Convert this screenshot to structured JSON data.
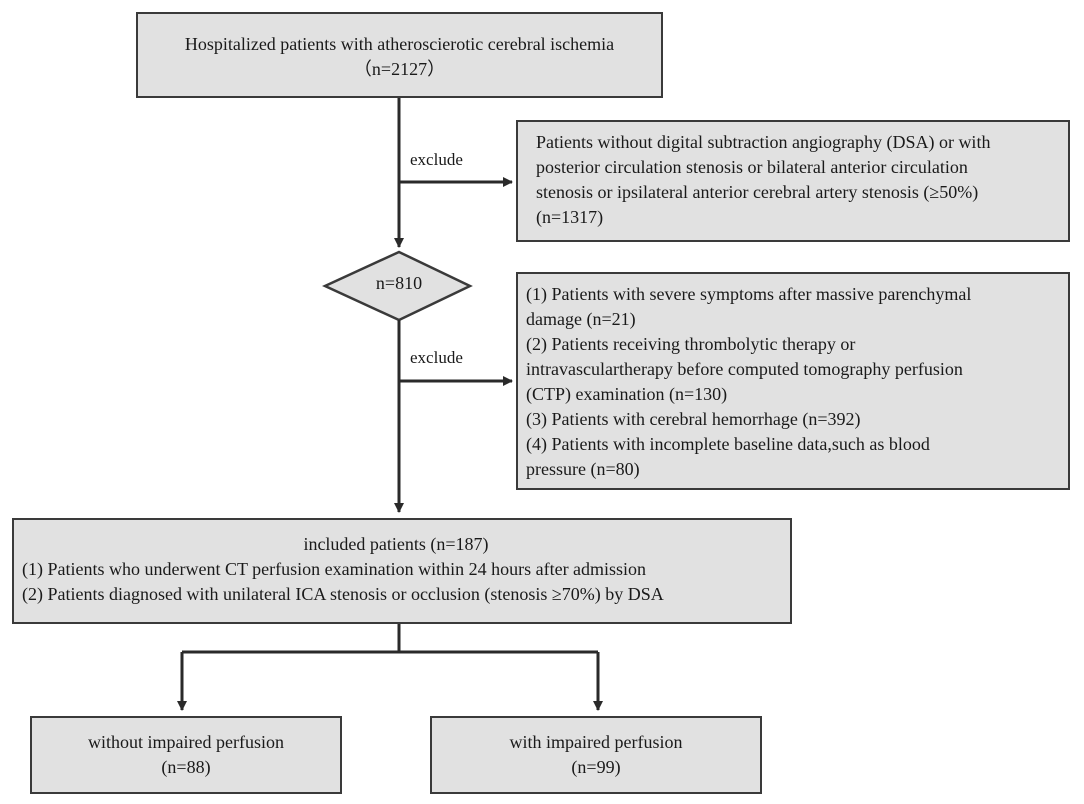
{
  "top": {
    "title": "Hospitalized patients with atheroscierotic cerebral ischemia",
    "count": "（n=2127）"
  },
  "exclude1": {
    "label": "exclude",
    "lines": [
      "Patients without digital subtraction angiography (DSA) or with",
      "posterior circulation stenosis or bilateral anterior circulation",
      "stenosis or ipsilateral anterior cerebral artery stenosis (≥50%)",
      "(n=1317)"
    ]
  },
  "diamond": {
    "label": "n=810"
  },
  "exclude2": {
    "label": "exclude",
    "lines": [
      "(1) Patients with severe symptoms after massive parenchymal",
      "damage (n=21)",
      "(2) Patients receiving thrombolytic therapy or",
      "intravasculartherapy before computed tomography perfusion",
      "(CTP) examination (n=130)",
      "(3) Patients with cerebral hemorrhage (n=392)",
      "(4) Patients with incomplete baseline data,such as blood",
      "pressure (n=80)"
    ]
  },
  "included": {
    "title": "included patients (n=187)",
    "lines": [
      "(1) Patients who underwent CT perfusion examination within 24 hours after admission",
      "(2) Patients diagnosed with unilateral ICA stenosis or occlusion (stenosis ≥70%) by DSA"
    ]
  },
  "without": {
    "title": "without impaired perfusion",
    "count": "(n=88)"
  },
  "with": {
    "title": "with impaired perfusion",
    "count": "(n=99)"
  }
}
